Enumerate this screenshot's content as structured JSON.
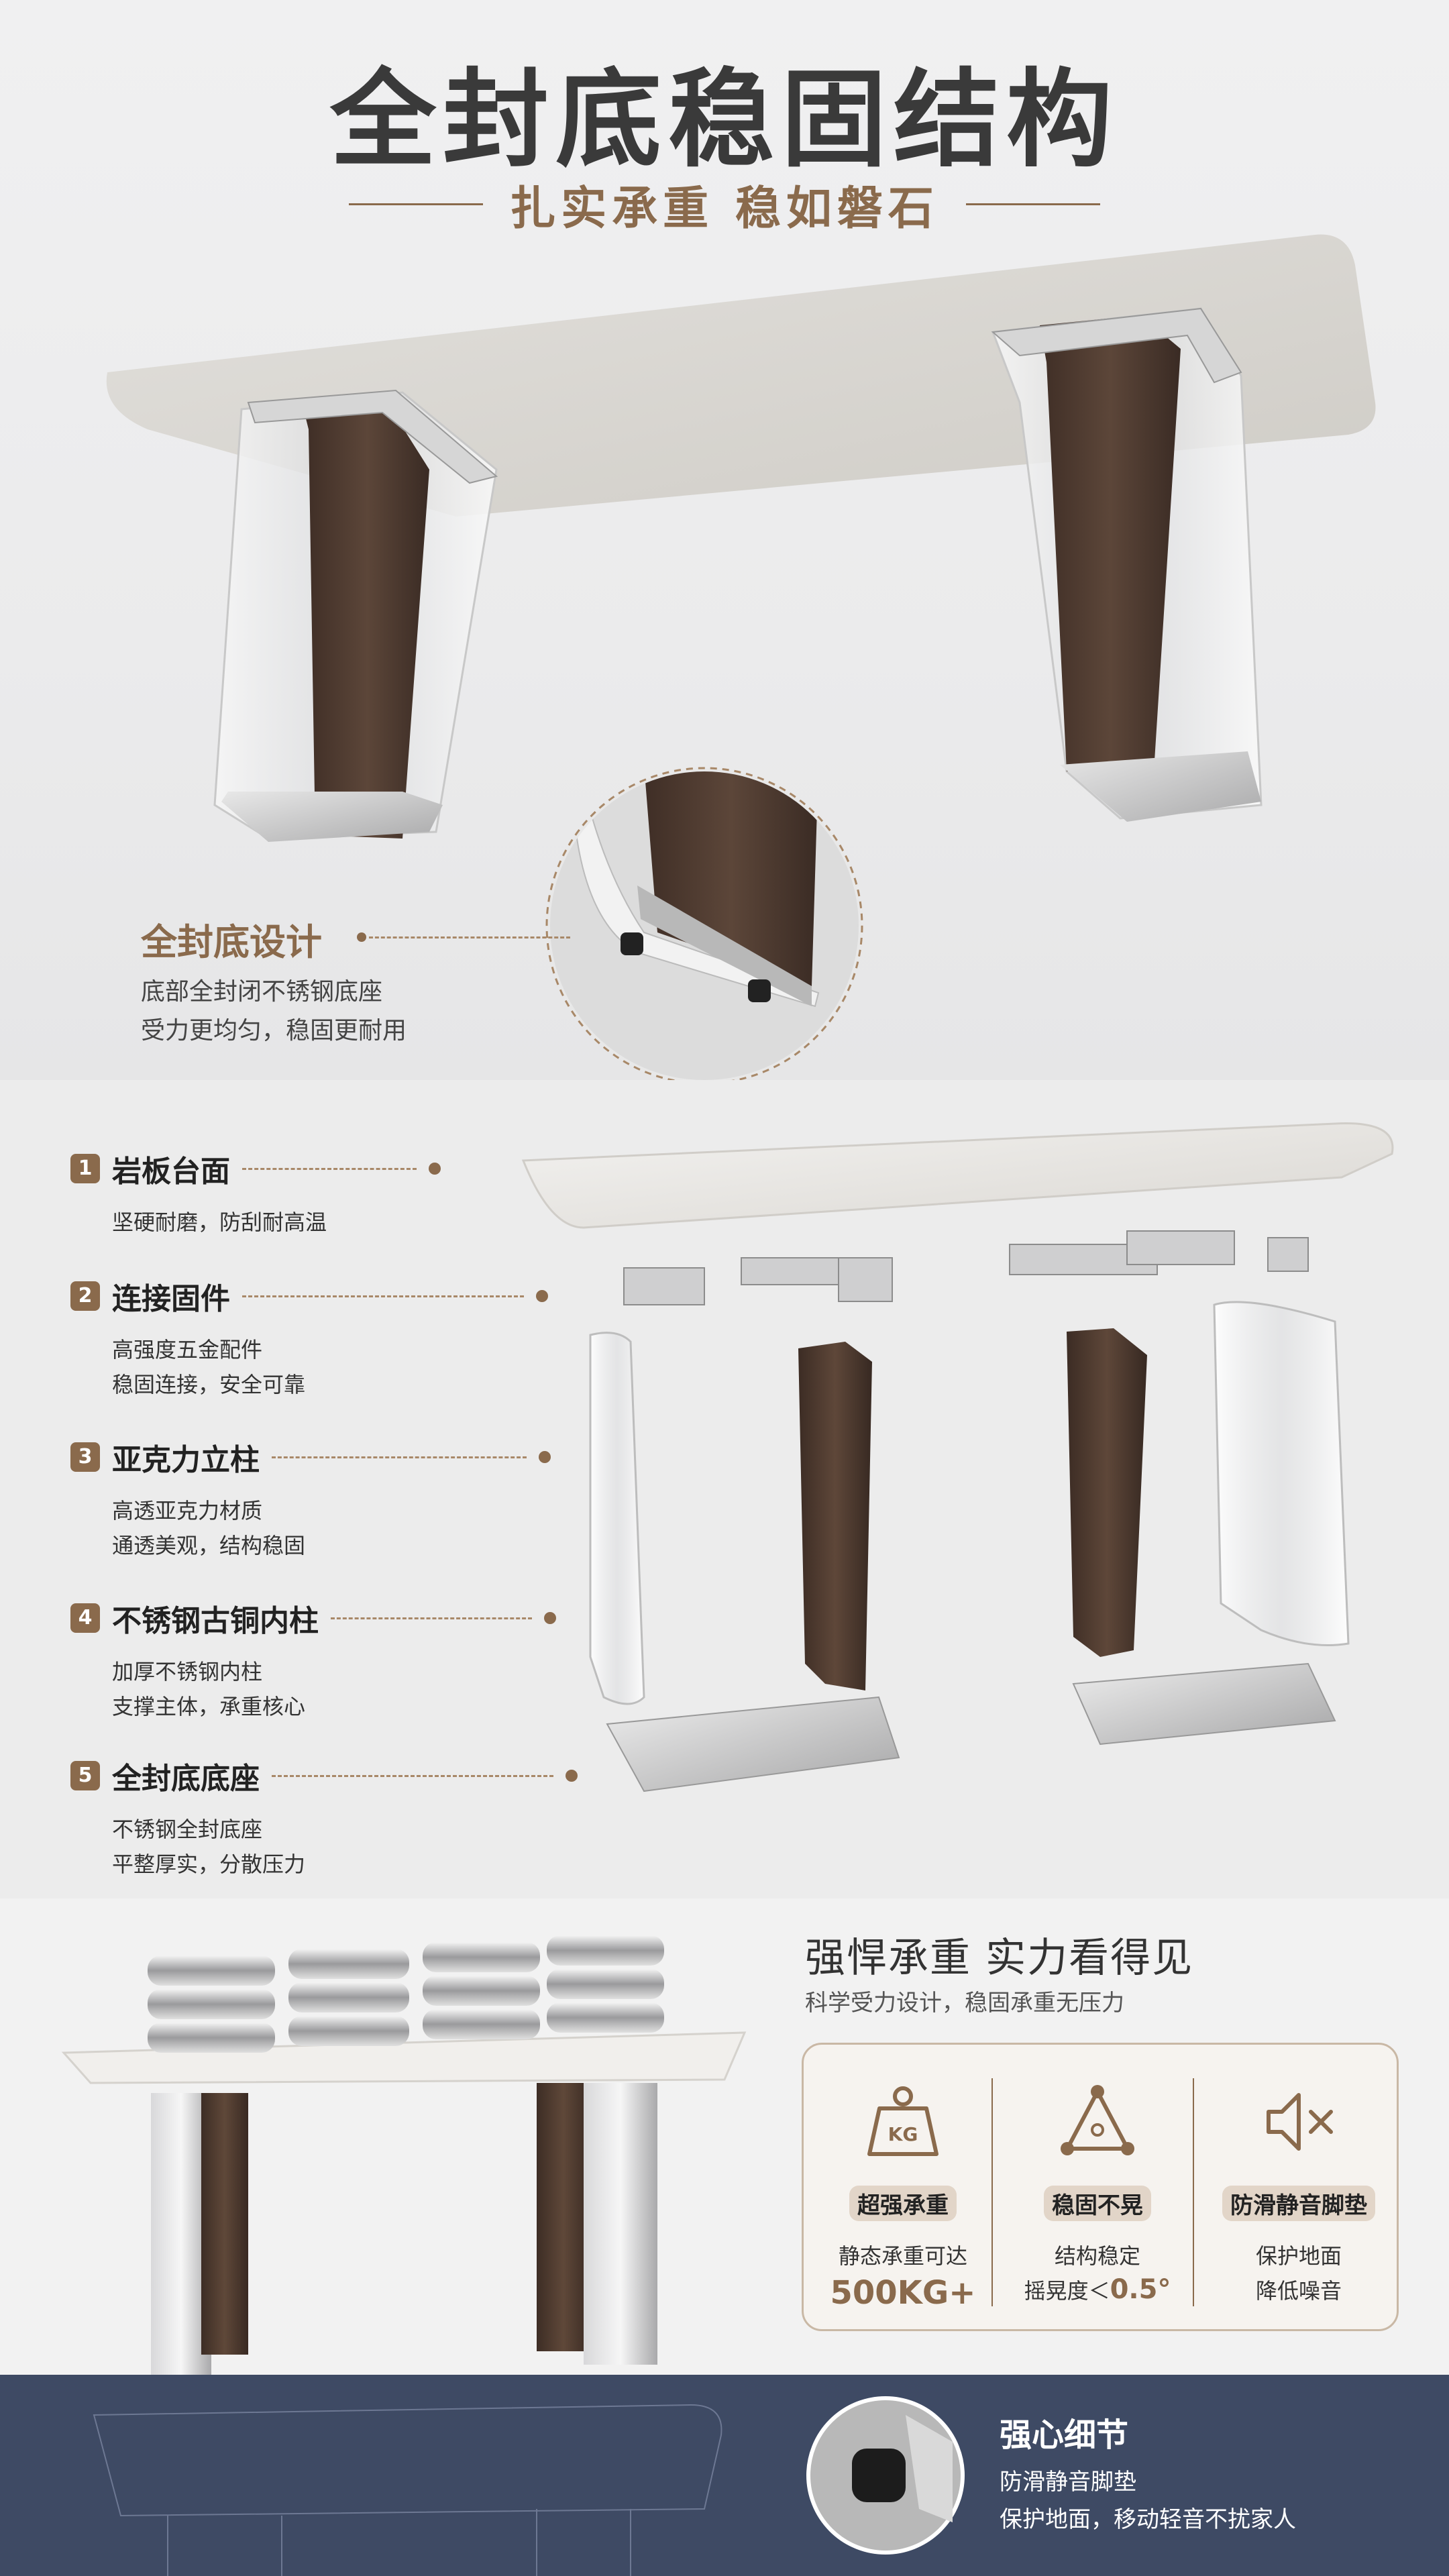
{
  "header": {
    "title": "全封底稳固结构",
    "subtitle": "扎实承重  稳如磐石"
  },
  "feature": {
    "title": "全封底设计",
    "desc_line1": "底部全封闭不锈钢底座",
    "desc_line2": "受力更均匀，稳固更耐用"
  },
  "parts": [
    {
      "num": "1",
      "name": "岩板台面",
      "desc": [
        "坚硬耐磨，防刮耐高温"
      ]
    },
    {
      "num": "2",
      "name": "连接固件",
      "desc": [
        "高强度五金配件",
        "稳固连接，安全可靠"
      ]
    },
    {
      "num": "3",
      "name": "亚克力立柱",
      "desc": [
        "高透亚克力材质",
        "通透美观，结构稳固"
      ]
    },
    {
      "num": "4",
      "name": "不锈钢古铜内柱",
      "desc": [
        "加厚不锈钢内柱",
        "支撑主体，承重核心"
      ]
    },
    {
      "num": "5",
      "name": "全封底底座",
      "desc": [
        "不锈钢全封底座",
        "平整厚实，分散压力"
      ]
    }
  ],
  "bearing": {
    "title": "强悍承重  实力看得见",
    "subtitle": "科学受力设计，稳固承重无压力",
    "items": [
      {
        "icon": "kg-weight-icon",
        "icon_text": "KG",
        "name": "超强承重",
        "line1": "静态承重可达",
        "line2": "500KG+"
      },
      {
        "icon": "triangle-stability-icon",
        "name": "稳固不晃",
        "line1": "结构稳定",
        "line2_prefix": "摇晃度＜",
        "line2_value": "0.5°"
      },
      {
        "icon": "mute-speaker-icon",
        "name": "防滑静音脚垫",
        "line1": "保护地面",
        "line2": "降低噪音"
      }
    ]
  },
  "detail": {
    "title": "强心细节",
    "line1": "防滑静音脚垫",
    "line2": "保护地面，移动轻音不扰家人"
  },
  "colors": {
    "accent_brown": "#8a6a4c",
    "dark_blue_band": "#3e4a64",
    "bronze_pillar": "#4d3a30"
  }
}
